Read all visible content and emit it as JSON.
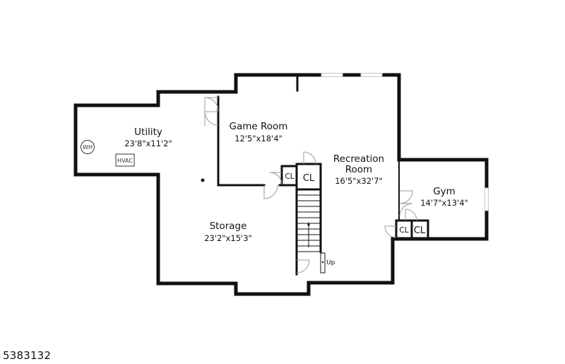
{
  "rooms": {
    "utility": {
      "name": "Utility",
      "dims": "23'8\"x11'2\""
    },
    "game_room": {
      "name": "Game Room",
      "dims": "12'5\"x18'4\""
    },
    "recreation": {
      "name_line1": "Recreation",
      "name_line2": "Room",
      "dims": "16'5\"x32'7\""
    },
    "storage": {
      "name": "Storage",
      "dims": "23'2\"x15'3\""
    },
    "gym": {
      "name": "Gym",
      "dims": "14'7\"x13'4\""
    }
  },
  "closets": {
    "closet_label": "CL"
  },
  "fixtures": {
    "water_heater": "WH",
    "hvac": "HVAC",
    "stairs_label": "Up"
  },
  "listing_id": "5383132"
}
